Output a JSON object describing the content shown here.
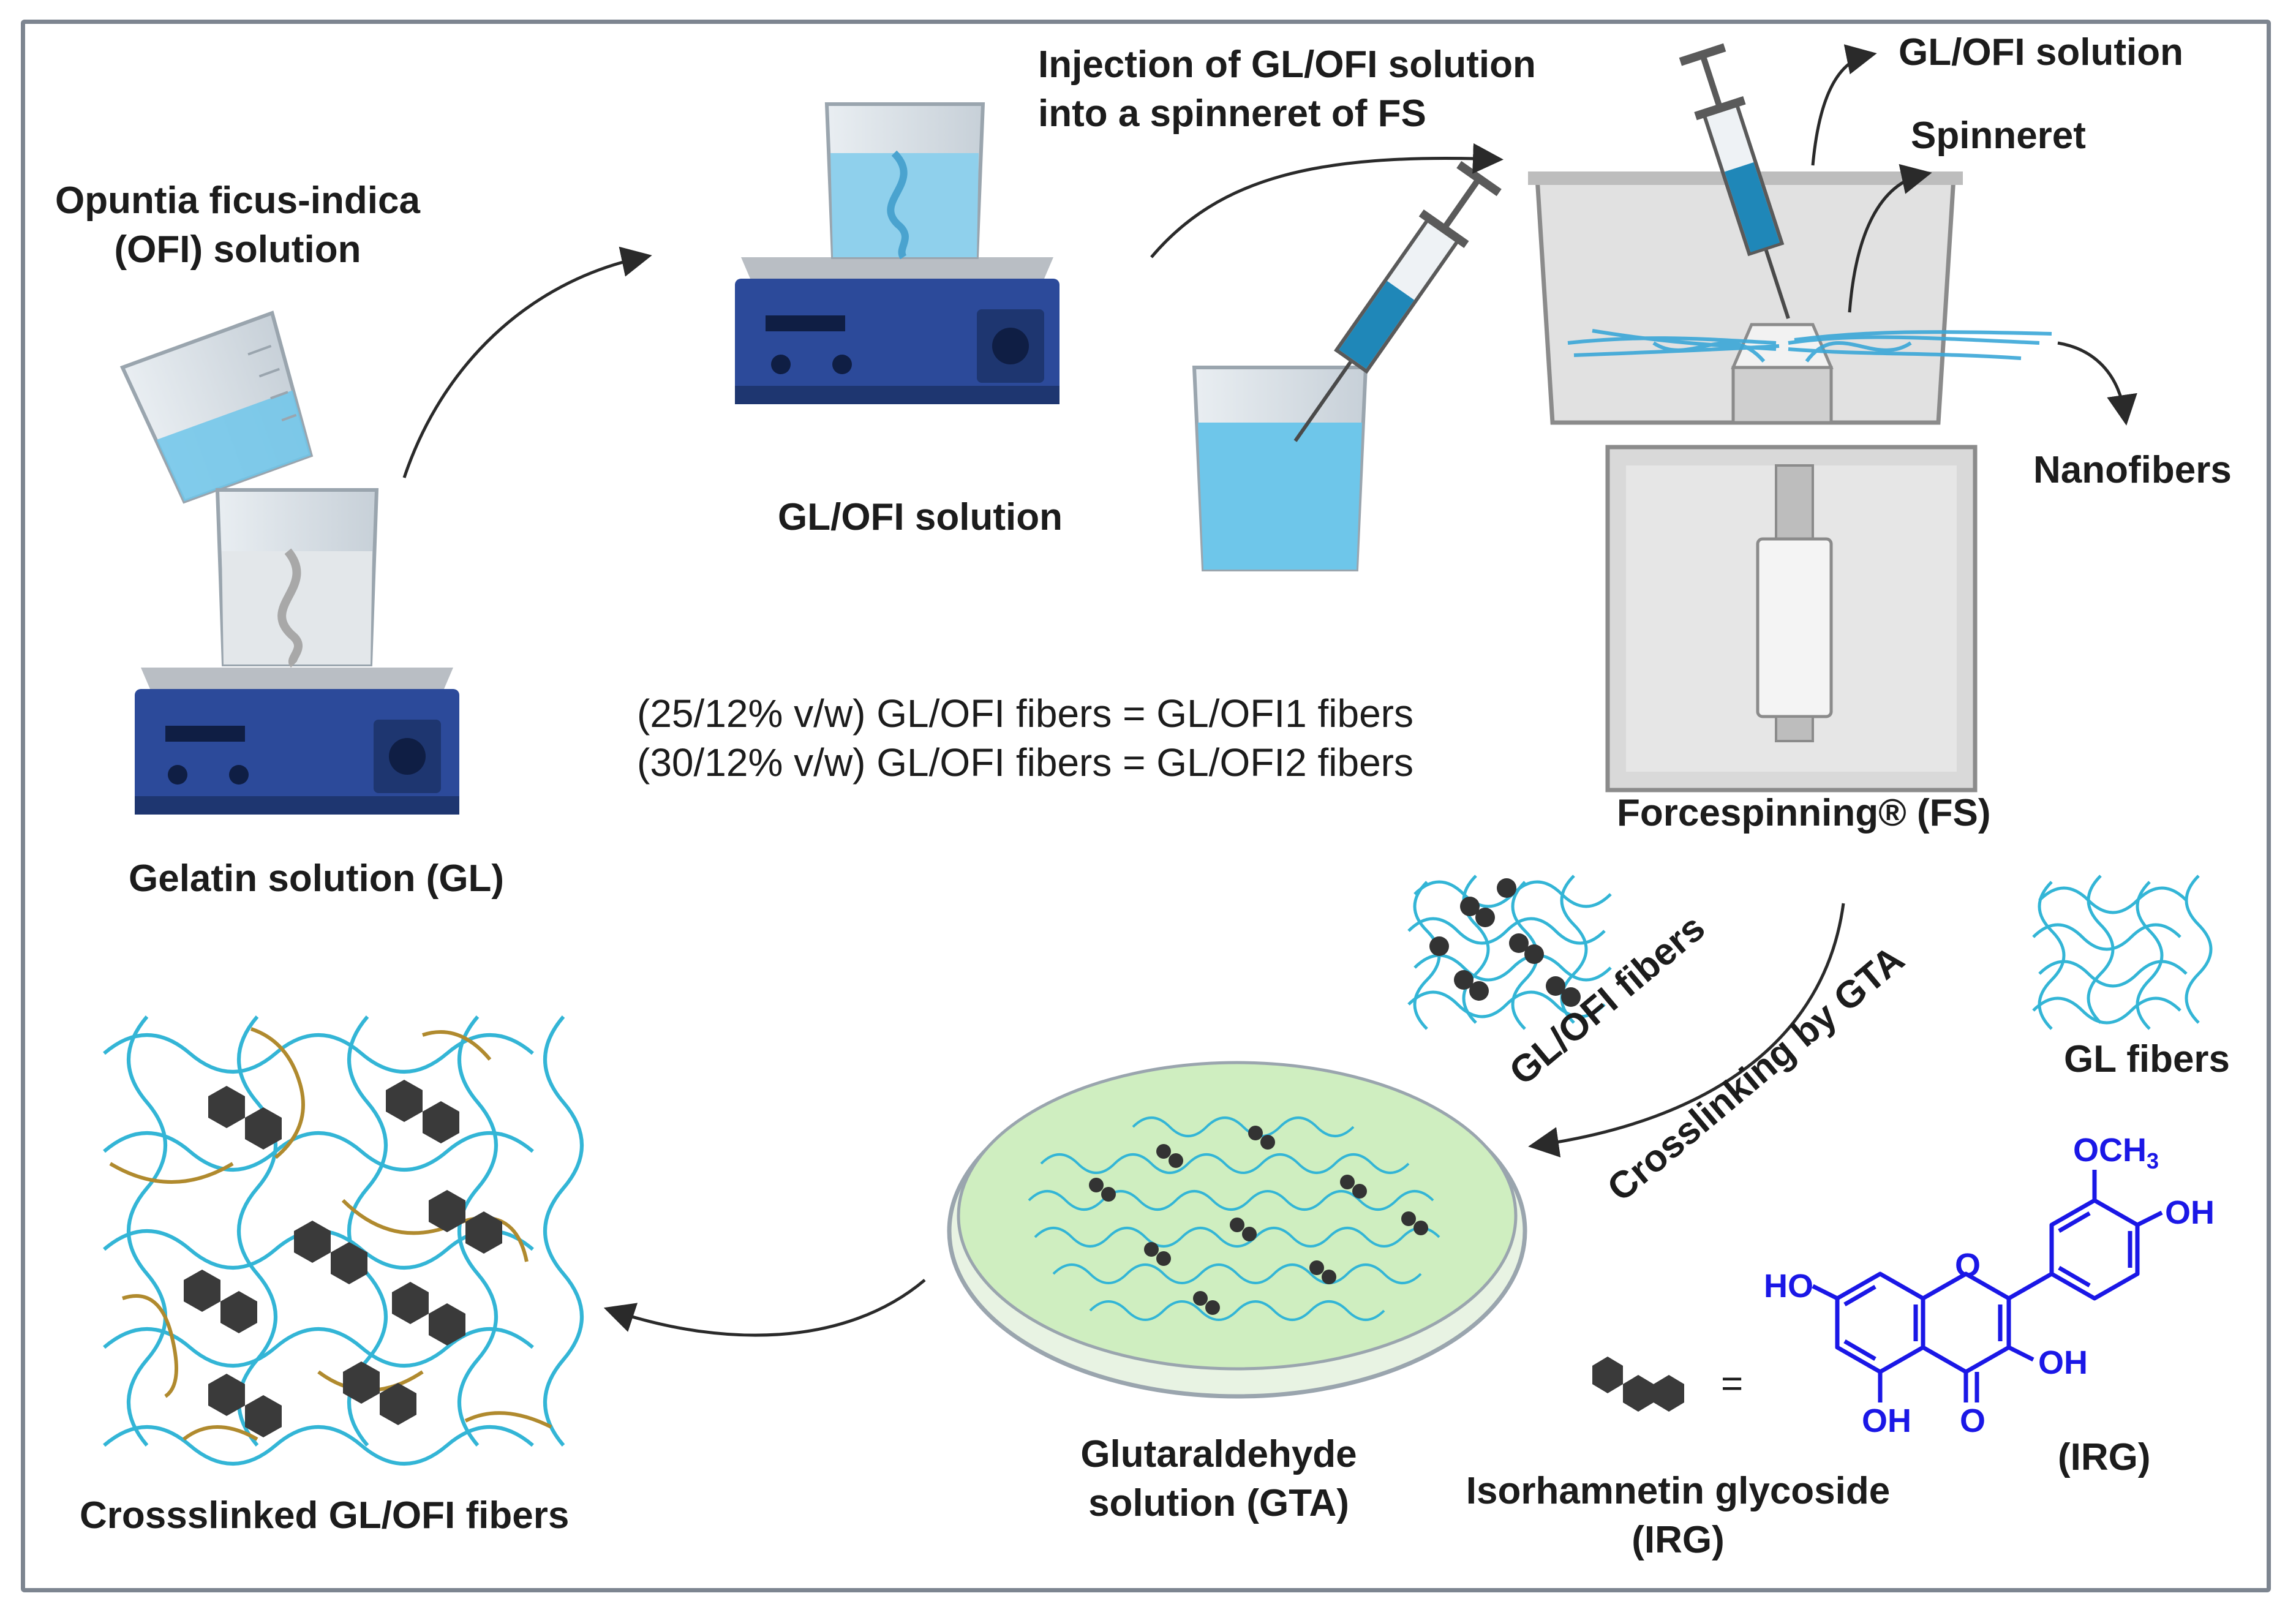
{
  "labels": {
    "ofi_solution": [
      "Opuntia ficus-indica",
      "(OFI) solution"
    ],
    "gelatin_solution": "Gelatin solution (GL)",
    "gl_ofi_solution_stirrer": "GL/OFI solution",
    "injection": [
      "Injection of GL/OFI solution",
      "into a spinneret of FS"
    ],
    "gl_ofi_solution_syringe": "GL/OFI solution",
    "spinneret": "Spinneret",
    "nanofibers": "Nanofibers",
    "forcespinning": "Forcespinning® (FS)",
    "ratio_line_1": "(25/12% v/w) GL/OFI fibers = GL/OFI1 fibers",
    "ratio_line_2": "(30/12% v/w) GL/OFI fibers = GL/OFI2 fibers",
    "gl_ofi_fibers": "GL/OFI fibers",
    "crosslinking": "Crosslinking by GTA",
    "gl_fibers": "GL fibers",
    "gta_solution": [
      "Glutaraldehyde",
      "solution (GTA)"
    ],
    "crosslinked_fibers": "Crossslinked  GL/OFI fibers",
    "equals": "=",
    "irg_name": [
      "Isorhamnetin glycoside",
      "(IRG)"
    ],
    "irg_abbrev": "(IRG)"
  },
  "molecule": {
    "och3_base": "OCH",
    "och3_sub": "3",
    "oh_right": "OH",
    "ho_left": "HO",
    "ring_o": "O",
    "oh_3": "OH",
    "oh_5": "OH",
    "carbonyl_o": "O"
  },
  "colors": {
    "fiber_blue": "#33b5d6",
    "fiber_gold": "#b08a2e",
    "hexagon": "#3a3a3a",
    "stirrer_blue": "#2c4a9a",
    "liquid_blue": "#6ec6ea",
    "molecule_blue": "#1a17e6",
    "dish_green": "#cfeec0",
    "machine_grey": "#d9d9d9"
  }
}
